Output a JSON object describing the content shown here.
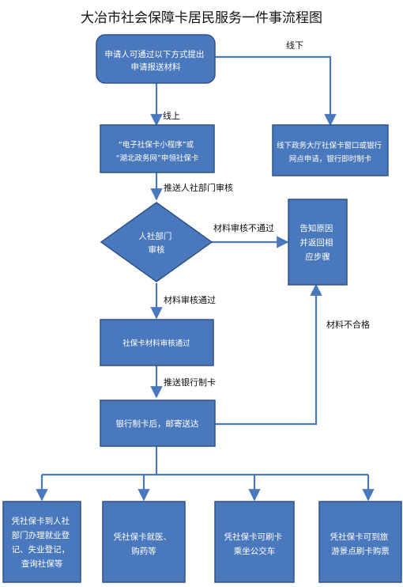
{
  "title": "大冶市社会保障卡居民服务一件事流程图",
  "colors": {
    "box_fill": "#4a78bd",
    "box_stroke": "#2e5286",
    "arrow": "#4a78bd"
  },
  "nodes": {
    "apply": [
      "申请人可通过以下方式提出",
      "申请报送材料"
    ],
    "online": [
      "“电子社保卡小程序”或",
      "“湖北政务网”申领社保卡"
    ],
    "offline": [
      "线下政务大厅社保卡窗口或银行",
      "网点申请，银行即时制卡"
    ],
    "review": [
      "人社部门",
      "审核"
    ],
    "notify": [
      "告知原因",
      "并返回相",
      "应步骤"
    ],
    "passed": [
      "社保卡材料审核通过"
    ],
    "bank": [
      "银行制卡后，邮寄送达"
    ],
    "use1": [
      "凭社保卡到人社",
      "部门办理就业登",
      "记、失业登记，",
      "查询社保等"
    ],
    "use2": [
      "凭社保卡就医、",
      "购药等"
    ],
    "use3": [
      "凭社保卡可刷卡",
      "乘坐公交车"
    ],
    "use4": [
      "凭社保卡可到旅",
      "游景点刷卡购票"
    ]
  },
  "edges": {
    "offline": "线下",
    "online": "线上",
    "to_review": "推送人社部门审核",
    "reject": "材料审核不通过",
    "pass": "材料审核通过",
    "to_bank": "推送银行制卡",
    "unqualified": "材料不合格"
  }
}
